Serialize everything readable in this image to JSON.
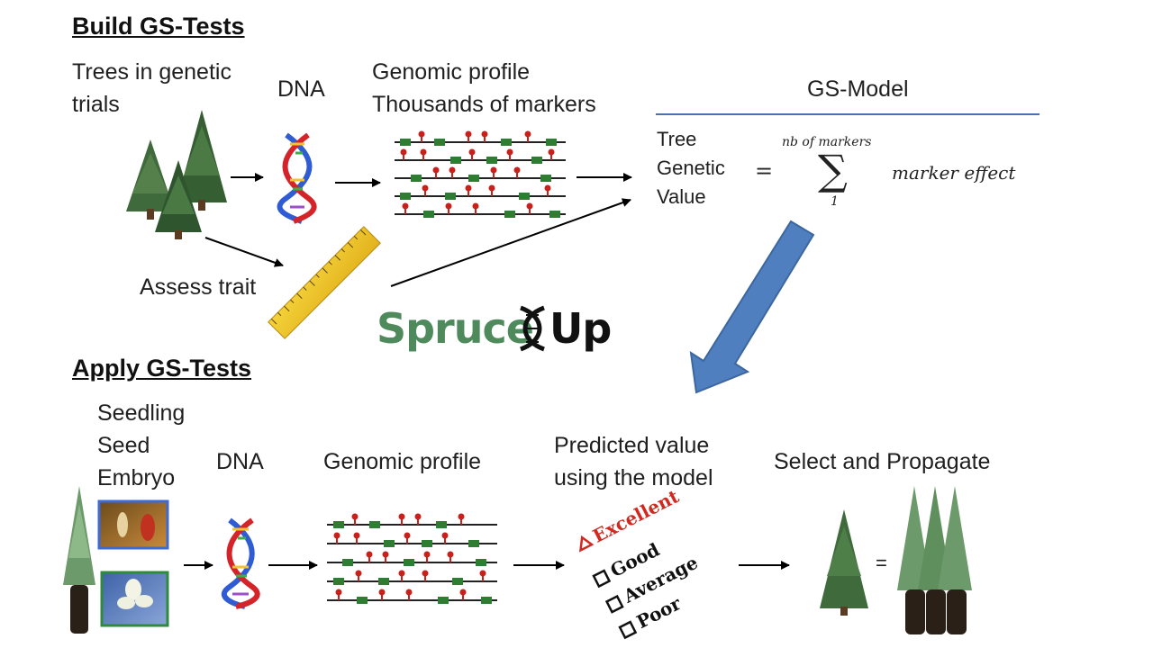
{
  "build": {
    "heading": "Build GS-Tests",
    "trees_label_line1": "Trees in genetic",
    "trees_label_line2": "trials",
    "dna_label": "DNA",
    "profile_line1": "Genomic profile",
    "profile_line2": "Thousands of markers",
    "assess_label": "Assess trait"
  },
  "model": {
    "title": "GS-Model",
    "lhs_line1": "Tree",
    "lhs_line2": "Genetic",
    "lhs_line3": "Value",
    "equals": "=",
    "sum_upper": "nb of markers",
    "sum_symbol": "∑",
    "sum_lower": "1",
    "summand": "marker effect"
  },
  "logo": {
    "left": "Spruce",
    "right": "Up",
    "left_color": "#4e8a5c",
    "right_color": "#111111"
  },
  "apply": {
    "heading": "Apply GS-Tests",
    "sample_line1": "Seedling",
    "sample_line2": "Seed",
    "sample_line3": "Embryo",
    "dna_label": "DNA",
    "profile_label": "Genomic profile",
    "predict_line1": "Predicted value",
    "predict_line2": "using the model",
    "select_label": "Select and Propagate",
    "equals": "=",
    "checklist": [
      "Excellent",
      "Good",
      "Average",
      "Poor"
    ]
  },
  "colors": {
    "big_arrow": "#4f7fbf",
    "model_rule": "#4a72b0",
    "marker_red": "#c9201b",
    "marker_green": "#2e7d32",
    "check_red": "#d2281f"
  }
}
